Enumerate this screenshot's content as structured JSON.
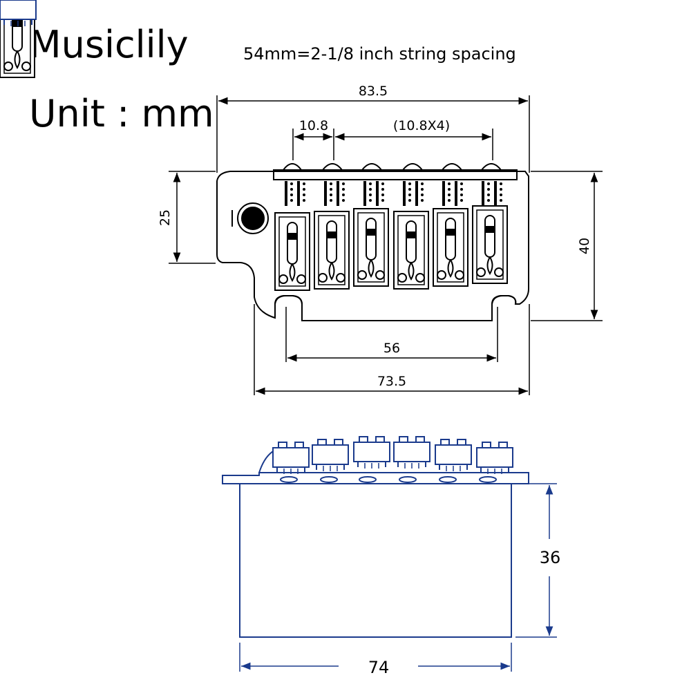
{
  "header": {
    "brand": "Musiclily",
    "unit": "Unit : mm",
    "spacing_note": "54mm=2-1/8 inch string spacing"
  },
  "top_view": {
    "overall_width": "83.5",
    "string_pitch": "10.8",
    "string_pitch_total": "(10.8X4)",
    "left_height": "25",
    "right_height": "40",
    "post_spacing": "56",
    "base_width": "73.5"
  },
  "side_view": {
    "block_height": "36",
    "block_width": "74"
  },
  "colors": {
    "line": "#000000",
    "side_view_line": "#1a3a8c",
    "dim_line": "#000000"
  }
}
